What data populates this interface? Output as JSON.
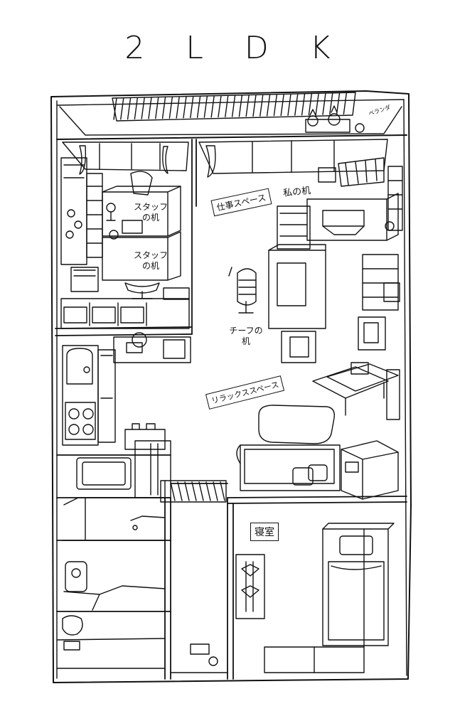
{
  "title": "2LDK",
  "labels": {
    "work_space": "仕事スペース",
    "my_desk": "私の机",
    "staff_desk_1": "スタッフの机",
    "staff_desk_2": "スタッフの机",
    "chief_desk": "チーフの机",
    "relax_space": "リラックススペース",
    "bedroom": "寝室",
    "veranda": "ベランダ"
  },
  "colors": {
    "ink": "#111111",
    "paper": "#ffffff",
    "shade": "#e8e8e8"
  }
}
